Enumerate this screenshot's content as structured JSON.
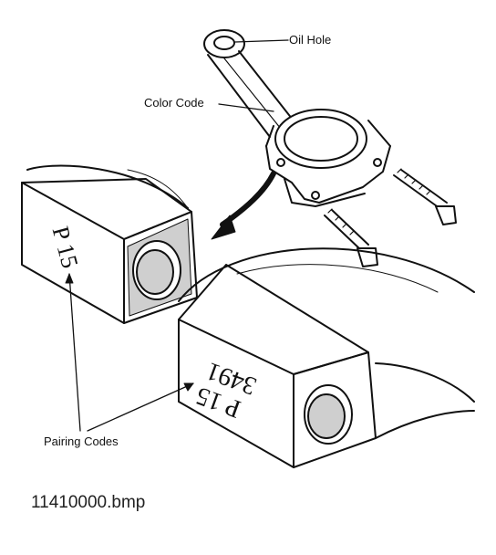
{
  "labels": {
    "oil_hole": "Oil Hole",
    "color_code": "Color Code",
    "pairing_codes": "Pairing Codes"
  },
  "stamps": {
    "cap_mark": "P 15",
    "rod_mark_number": "3491",
    "rod_mark_code": "P 15"
  },
  "caption": {
    "filename": "11410000.bmp"
  },
  "colors": {
    "ink": "#111111",
    "background": "#ffffff",
    "shading": "#cfcfcf"
  }
}
